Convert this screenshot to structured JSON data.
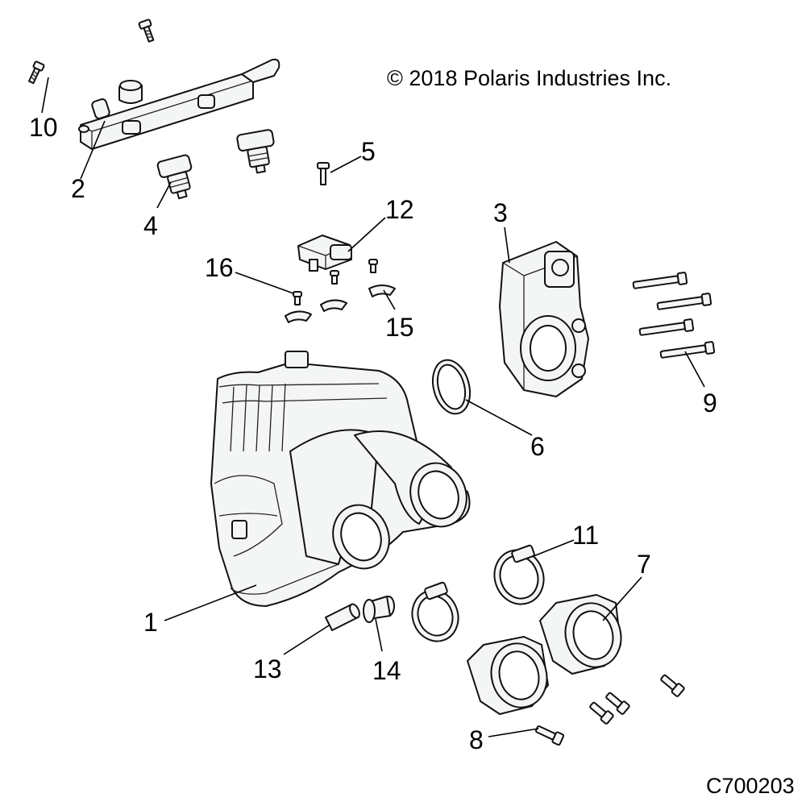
{
  "copyright": "© 2018 Polaris Industries Inc.",
  "drawing_number": "C700203",
  "callouts": {
    "c1": "1",
    "c2": "2",
    "c3": "3",
    "c4": "4",
    "c5": "5",
    "c6": "6",
    "c7": "7",
    "c8": "8",
    "c9": "9",
    "c10": "10",
    "c11": "11",
    "c12": "12",
    "c13": "13",
    "c14": "14",
    "c15": "15",
    "c16": "16"
  }
}
